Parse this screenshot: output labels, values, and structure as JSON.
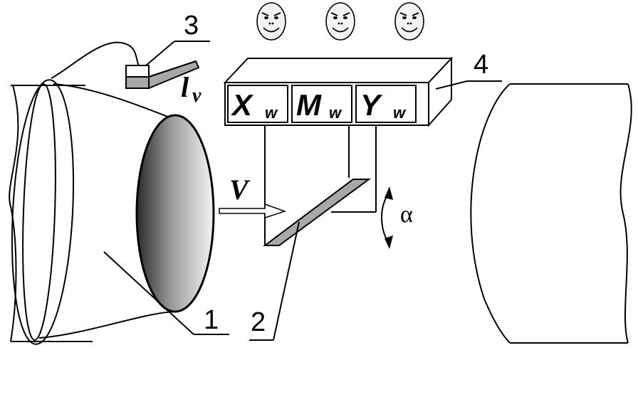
{
  "labels": {
    "callout_1": "1",
    "callout_2": "2",
    "callout_3": "3",
    "callout_4": "4",
    "velocity": "V",
    "angle": "α",
    "lv_main": "l",
    "lv_sub": "v"
  },
  "box_cells": [
    {
      "main": "X",
      "sub": "w"
    },
    {
      "main": "M",
      "sub": "w"
    },
    {
      "main": "Y",
      "sub": "w"
    }
  ],
  "faces": [
    {
      "name": "face-1"
    },
    {
      "name": "face-2"
    },
    {
      "name": "face-3"
    }
  ],
  "colors": {
    "stroke": "#000000",
    "fill_gray": "#a8a8a8",
    "background": "#ffffff",
    "face_fill": "#f3f3f3"
  }
}
